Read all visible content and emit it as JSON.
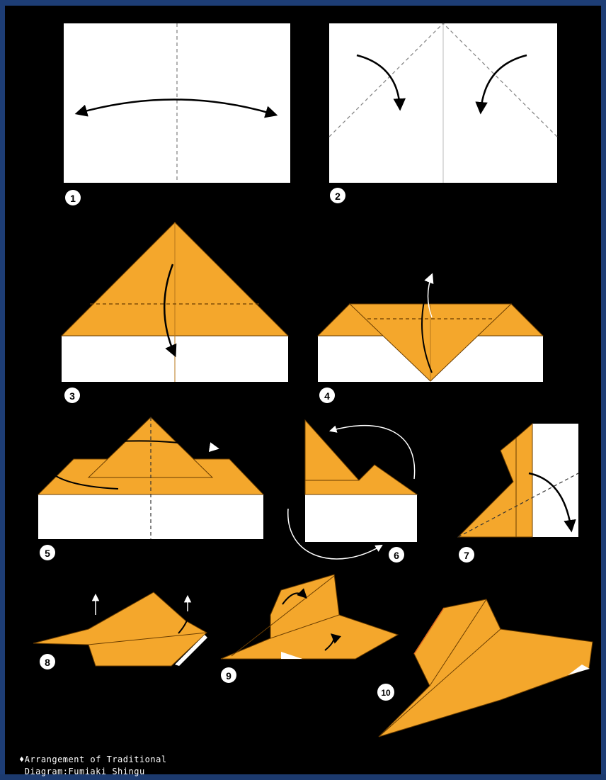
{
  "title": "",
  "colors": {
    "paper_front": "#ffffff",
    "paper_back": "#f4a72c",
    "background": "#000000",
    "border": "#1d3d75",
    "fold_line": "#888888",
    "arrow": "#000000",
    "step_marker": "#ffffff"
  },
  "steps": [
    {
      "number": "1"
    },
    {
      "number": "2"
    },
    {
      "number": "3"
    },
    {
      "number": "4"
    },
    {
      "number": "5"
    },
    {
      "number": "6"
    },
    {
      "number": "7"
    },
    {
      "number": "8"
    },
    {
      "number": "9"
    },
    {
      "number": "10"
    }
  ],
  "credit": {
    "line1": "♦Arrangement of Traditional",
    "line2": " Diagram:Fumiaki Shingu"
  }
}
